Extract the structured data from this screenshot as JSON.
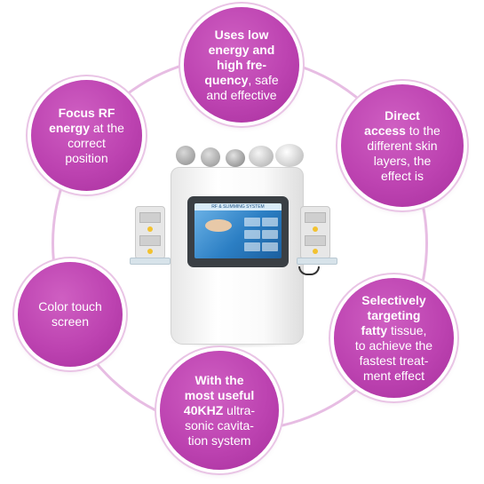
{
  "features": {
    "top": {
      "l1": "Uses low",
      "l2": "energy and",
      "l3": "high fre-",
      "l4a": "quency",
      "l4b": ", safe",
      "l5": "and effective"
    },
    "top_right": {
      "l1": "Direct",
      "l2a": "access",
      "l2b": " to the",
      "l3": "different skin",
      "l4": "layers, the",
      "l5": "effect is"
    },
    "right": {
      "l1": "Selectively",
      "l2": "targeting",
      "l3a": "fatty",
      "l3b": " tissue,",
      "l4": "to achieve the",
      "l5": "fastest treat-",
      "l6": "ment effect"
    },
    "bottom": {
      "l1": "With the",
      "l2": "most useful",
      "l3a": "40KHZ",
      "l3b": " ultra-",
      "l4": "sonic cavita-",
      "l5": "tion system"
    },
    "left": {
      "l1": "Color touch",
      "l2": "screen"
    },
    "top_left": {
      "l1": "Focus RF",
      "l2a": "energy",
      "l2b": " at the",
      "l3": "correct",
      "l4": "position"
    }
  },
  "device": {
    "screen_title": "RF & SLIMMING SYSTEM"
  },
  "colors": {
    "bubble": "#bd43b1",
    "ring": "#e7bde3",
    "text": "#ffffff"
  }
}
